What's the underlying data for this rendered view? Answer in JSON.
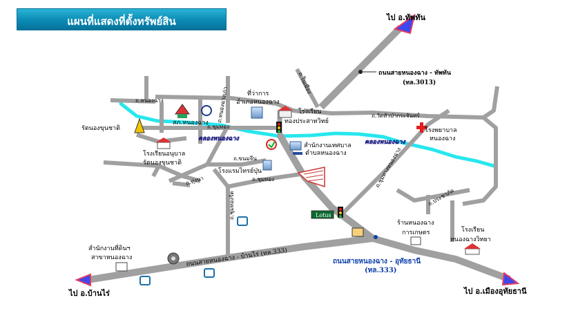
{
  "header": {
    "title": "แผนที่แสดงที่ตั้งทรัพย์สิน"
  },
  "colors": {
    "road": "#a0a0a0",
    "canal": "#27e7ee",
    "arrow_fill": "#3f47ee",
    "arrow_outline": "#e23c60",
    "title_bg": "#0b8ab4",
    "highway_label": "#0b3ea9",
    "hospital_cross": "#e31d1d"
  },
  "map": {
    "destinations": {
      "top": "ไป อ.ทัพทัน",
      "bottom_left": "ไป อ.บ้านไร่",
      "bottom_right": "ไป อ.เมืองอุทัยธานี"
    },
    "highways": {
      "north": {
        "name": "ถนนสายหนองฉาง - ทัพทัน",
        "code": "(ทล.3013)"
      },
      "south": {
        "name": "ถนนสายหนองฉาง - อุทัยธานี",
        "code": "(ทล.333)"
      },
      "west_road": "ถนนสายหนองฉาง - บ้านไร่ (ทล.333)"
    },
    "places": {
      "district_office": [
        "ที่ว่าการ",
        "อำเภอหนองฉาง"
      ],
      "school_prasat": [
        "โรงเรียน",
        "ทองประสาทวิทย์"
      ],
      "hospital": [
        "โรงพยาบาล",
        "หนองฉาง"
      ],
      "municipality": [
        "สำนักงานเทศบาล",
        "ตำบลหนองฉาง"
      ],
      "temple": "รัตนองขุนชาติ",
      "school_anuban": [
        "โรงเรียนอนุบาล",
        "รัตนองขุนชาติ"
      ],
      "police": "สภ.หนองฉาง",
      "hotel": "โรงแรมไทรย์ปุ่น",
      "agri_store": [
        "ร้านหนองฉาง",
        "การเกษตร"
      ],
      "school_witthaya": [
        "โรงเรียน",
        "หนองฉางวิทยา"
      ],
      "land_office": [
        "สำนักงานที่ดินฯ",
        "สาขาหนองฉาง"
      ],
      "canal": "คลองหนองฉาง",
      "canal_east": "คลองหนองฉาง",
      "lotus": "Lotus"
    },
    "streets": {
      "s1": "ถ.หนองฉาง",
      "s2": "ถ.วัดหัวป่ากระจันทร์",
      "s3": "ถ.ขนมจีน",
      "s4": "ถ.ชุมทอง",
      "s5": "ถ.ชุมทางหนองฉาง",
      "s6": "ถ.ทุ่งนา",
      "s7": "ถ.ชุมทองรัต",
      "s8": "ถ.ในเมือง",
      "s9": "ถ.หนองฉางเก่า",
      "s10": "ถ.ประชาภัค",
      "s11": "ถ.ขุมทอง"
    }
  }
}
